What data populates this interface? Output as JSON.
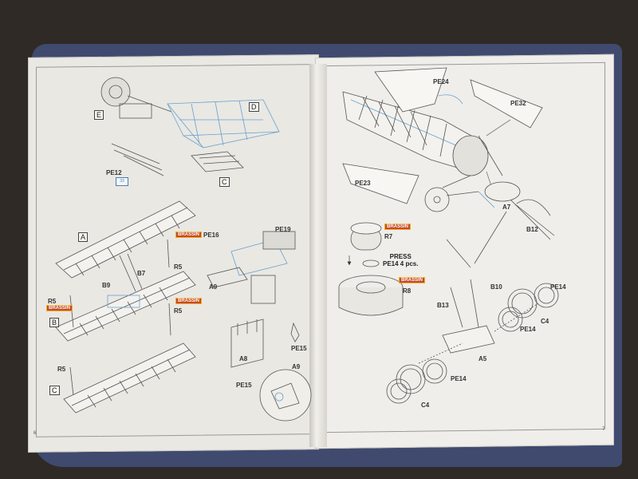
{
  "photo": {
    "subject": "open model kit instruction booklet",
    "colors": {
      "background": "#2f2a26",
      "cloth": "#3f4a6e",
      "paper": "#ecebe6",
      "accent": "#4a7fb2",
      "brass": "#c44a2a"
    }
  },
  "left_page": {
    "boxes": [
      "E",
      "D",
      "C",
      "A",
      "B",
      "C"
    ],
    "labels": {
      "pe12": "PE12",
      "pe16": "PE16",
      "pe19": "PE19",
      "r5_a": "R5",
      "b7": "B7",
      "b9": "B9",
      "r5_b": "R5",
      "r5_c": "R5",
      "r5_d": "R5",
      "a9": "A9",
      "a8": "A8",
      "pe15": "PE15",
      "pe15_detail": "PE15",
      "a9_detail": "A9"
    },
    "brass_tags": [
      "BRASSIN",
      "BRASSIN",
      "BRASSIN"
    ],
    "page_number": "6"
  },
  "right_page": {
    "labels": {
      "pe24": "PE24",
      "pe32": "PE32",
      "pe23": "PE23",
      "r7": "R7",
      "a7": "A7",
      "b12": "B12",
      "r8": "R8",
      "b10": "B10",
      "b13": "B13",
      "pe14_a": "PE14",
      "c4_a": "C4",
      "pe14_b": "PE14",
      "a5": "A5",
      "pe14_c": "PE14",
      "c4_b": "C4"
    },
    "press_text": "PRESS\nPE14 4 pcs.",
    "brass_tags": [
      "BRASSIN",
      "BRASSIN"
    ],
    "page_number": "7"
  }
}
